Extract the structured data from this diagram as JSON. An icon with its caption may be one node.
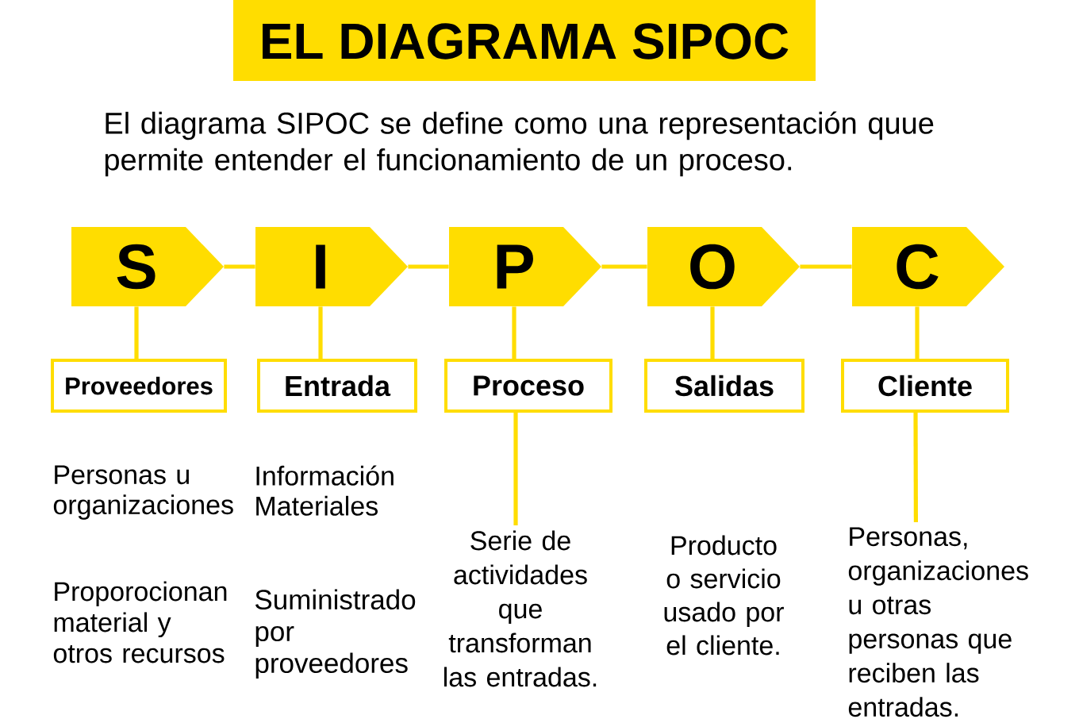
{
  "diagram": {
    "title": "EL DIAGRAMA SIPOC",
    "nodes": [
      {
        "text": [
          "S"
        ]
      },
      {
        "text": [
          "I"
        ]
      },
      {
        "text": [
          "P"
        ]
      },
      {
        "text": [
          "O"
        ]
      },
      {
        "text": [
          "C"
        ]
      },
      {
        "text": [
          "Proveedores"
        ]
      },
      {
        "text": [
          "Entrada"
        ]
      },
      {
        "text": [
          "Proceso"
        ]
      },
      {
        "text": [
          "Salidas"
        ]
      },
      {
        "text": [
          "Cliente"
        ]
      },
      {
        "text": [
          "Serie de actividades que transforman las entradas."
        ]
      },
      {
        "text": [
          "Personas, organizaciones u otras personas que reciben las entradas."
        ]
      }
    ],
    "edges": [
      {
        "from": 0,
        "to": 1,
        "arrow": "none"
      },
      {
        "from": 1,
        "to": 2,
        "arrow": "none"
      },
      {
        "from": 2,
        "to": 3,
        "arrow": "none"
      },
      {
        "from": 3,
        "to": 4,
        "arrow": "none"
      },
      {
        "from": 0,
        "to": 5,
        "arrow": "none"
      },
      {
        "from": 1,
        "to": 6,
        "arrow": "none"
      },
      {
        "from": 2,
        "to": 7,
        "arrow": "none"
      },
      {
        "from": 3,
        "to": 8,
        "arrow": "none"
      },
      {
        "from": 4,
        "to": 9,
        "arrow": "none"
      },
      {
        "from": 7,
        "to": 10,
        "arrow": "none"
      },
      {
        "from": 9,
        "to": 11,
        "arrow": "none"
      }
    ],
    "labels": [
      "El diagrama SIPOC se define como una representación quue permite entender el funcionamiento de un proceso.",
      "Personas u organizaciones",
      "Proporocionan material y otros recursos",
      "Información Materiales",
      "Suministrado por proveedores",
      "Producto o servicio usado por el cliente."
    ]
  }
}
